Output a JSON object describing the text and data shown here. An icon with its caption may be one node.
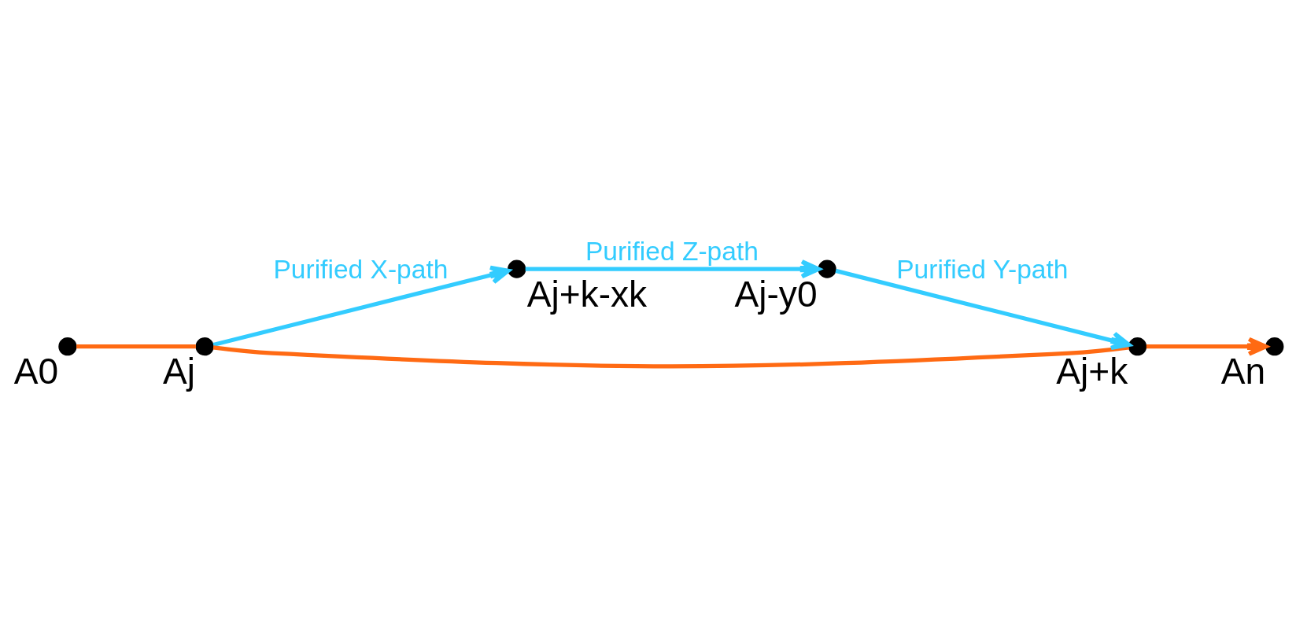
{
  "diagram": {
    "nodes": [
      {
        "text": [
          "A0"
        ]
      },
      {
        "text": [
          "Aj"
        ]
      },
      {
        "text": [
          "Aj+k-xk"
        ]
      },
      {
        "text": [
          "Aj+k"
        ]
      },
      {
        "text": [
          "Aj-y0"
        ]
      },
      {
        "text": [
          "An"
        ]
      }
    ],
    "edges": [
      {
        "from": 0,
        "to": 1,
        "arrow": "none",
        "color": "#ff6a13"
      },
      {
        "from": 1,
        "to": 3,
        "arrow": "none",
        "color": "#ff6a13"
      },
      {
        "from": 3,
        "to": 5,
        "arrow": "to",
        "color": "#ff6a13"
      },
      {
        "from": 1,
        "to": 2,
        "arrow": "to",
        "label": "Purified X-path",
        "color": "#33ccff"
      },
      {
        "from": 2,
        "to": 4,
        "arrow": "to",
        "label": "Purified Z-path",
        "color": "#33ccff"
      },
      {
        "from": 4,
        "to": 3,
        "arrow": "to",
        "label": "Purified Y-path",
        "color": "#33ccff"
      }
    ]
  }
}
